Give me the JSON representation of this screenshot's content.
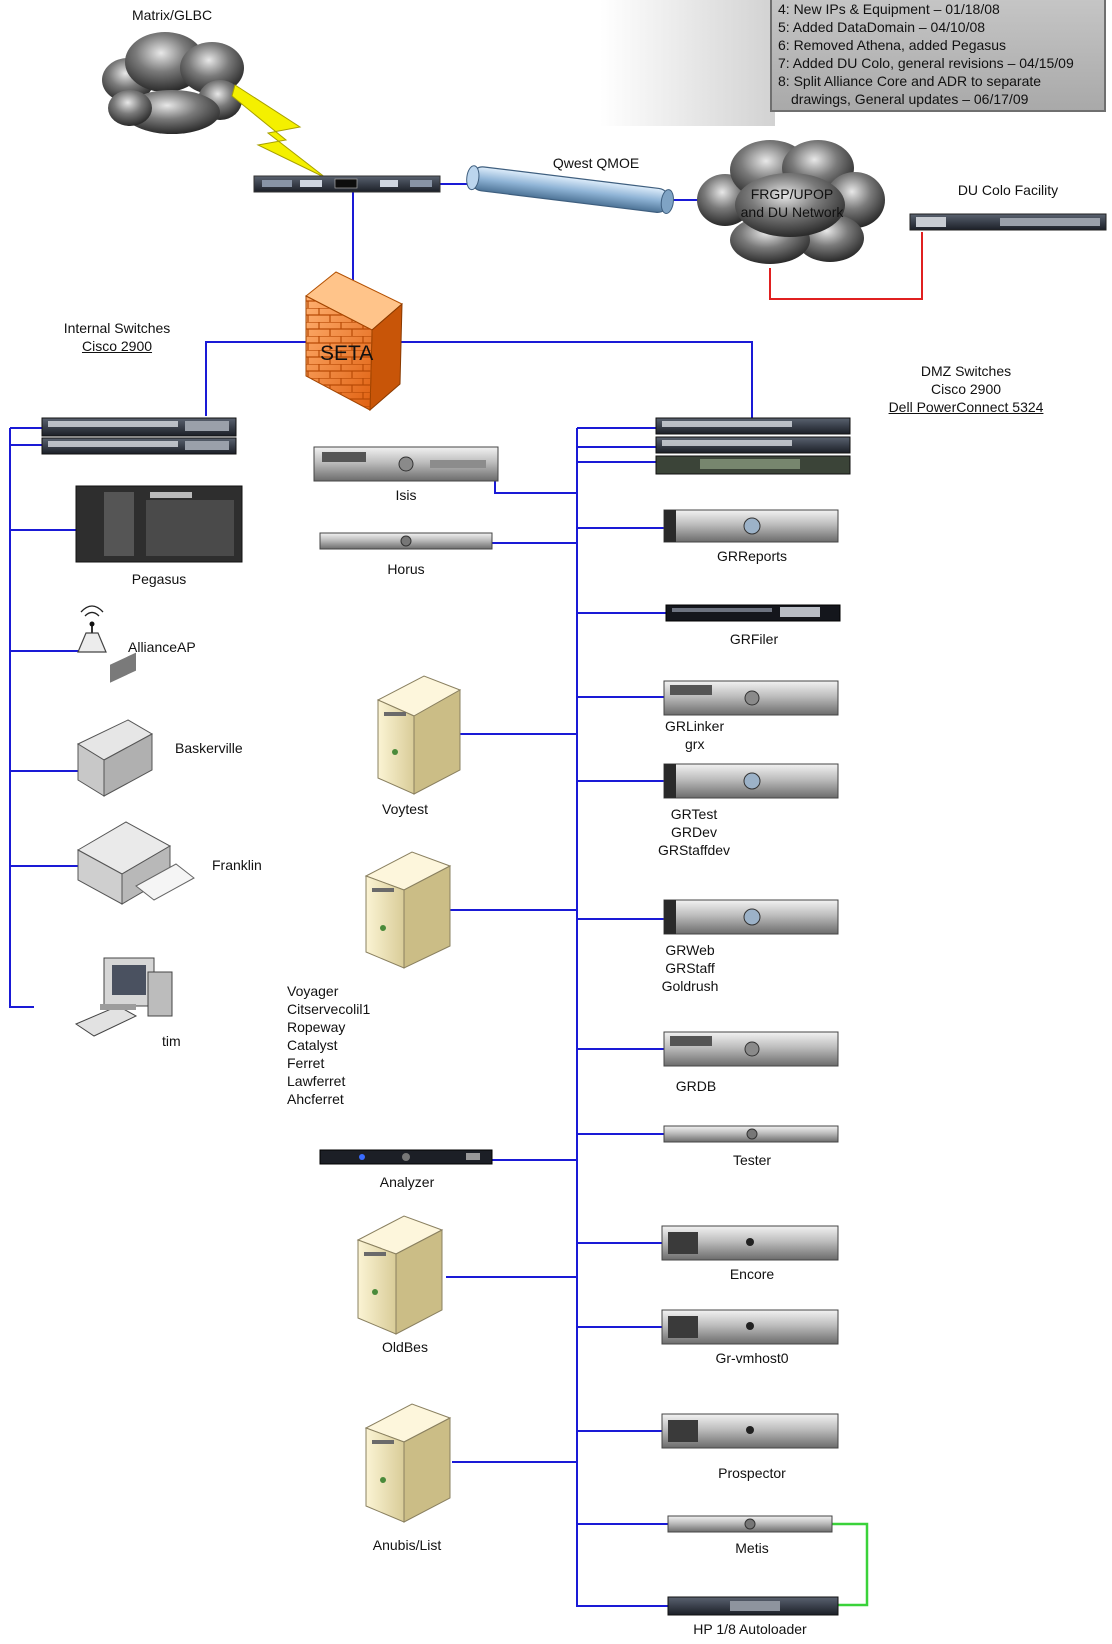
{
  "revisions": [
    "4: New IPs & Equipment – 01/18/08",
    "5: Added DataDomain – 04/10/08",
    "6: Removed Athena, added Pegasus",
    "7: Added DU Colo, general revisions – 04/15/09",
    "8: Split Alliance Core and ADR to separate",
    "drawings, General updates – 06/17/09"
  ],
  "top": {
    "matrix": "Matrix/GLBC",
    "qwest": "Qwest QMOE",
    "frgp": [
      "FRGP/UPOP",
      "and DU Network"
    ],
    "du_colo": "DU Colo Facility",
    "firewall": "SETA"
  },
  "internal_switches": {
    "line1": "Internal Switches",
    "line2": "Cisco 2900"
  },
  "dmz_switches": {
    "line1": "DMZ Switches",
    "line2": "Cisco 2900",
    "line3": "Dell PowerConnect 5324"
  },
  "left": {
    "pegasus": "Pegasus",
    "allianceap": "AllianceAP",
    "baskerville": "Baskerville",
    "franklin": "Franklin",
    "tim": "tim"
  },
  "middle": {
    "isis": "Isis",
    "horus": "Horus",
    "voytest": "Voytest",
    "voyager_list": [
      "Voyager",
      "Citservecolil1",
      "Ropeway",
      "Catalyst",
      "Ferret",
      "Lawferret",
      "Ahcferret"
    ],
    "analyzer": "Analyzer",
    "oldbes": "OldBes",
    "anubis": "Anubis/List"
  },
  "right": {
    "grreports": "GRReports",
    "grfiler": "GRFiler",
    "grlinker": [
      "GRLinker",
      "grx"
    ],
    "grtest": [
      "GRTest",
      "GRDev",
      "GRStaffdev"
    ],
    "grweb": [
      "GRWeb",
      "GRStaff",
      "Goldrush"
    ],
    "grdb": "GRDB",
    "tester": "Tester",
    "encore": "Encore",
    "grvmhost": "Gr-vmhost0",
    "prospector": "Prospector",
    "metis": "Metis",
    "autoloader": "HP 1/8 Autoloader"
  },
  "colors": {
    "link": "#1a1ad6",
    "red_link": "#e02020",
    "green_link": "#3ad23a",
    "firewall": "#f07820",
    "revision_box": "#b4b4b4"
  }
}
